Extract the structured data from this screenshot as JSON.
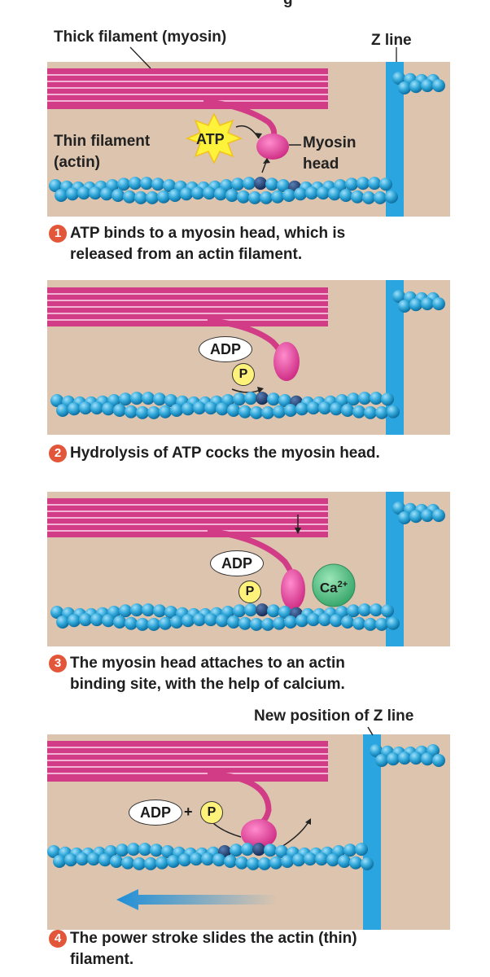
{
  "title_fragment": "g",
  "panel1": {
    "thick_label": "Thick filament (myosin)",
    "z_label": "Z line",
    "thin_label_line1": "Thin filament",
    "thin_label_line2": "(actin)",
    "atp": "ATP",
    "myosin_line1": "Myosin",
    "myosin_line2": "head",
    "step_number": "1",
    "caption_line1": "ATP binds to a myosin head, which is",
    "caption_line2": "released from an actin filament."
  },
  "panel2": {
    "adp": "ADP",
    "p": "P",
    "step_number": "2",
    "caption_line1": "Hydrolysis of ATP cocks the myosin head."
  },
  "panel3": {
    "adp": "ADP",
    "p": "P",
    "ca_base": "Ca",
    "ca_sup": "2+",
    "step_number": "3",
    "caption_line1": "The myosin head attaches to an actin",
    "caption_line2": "binding site, with the help of calcium."
  },
  "panel4": {
    "new_z_label": "New position of Z line",
    "adp": "ADP",
    "plus": "+",
    "p": "P",
    "step_number": "4",
    "caption_line1": "The power stroke slides the actin (thin)",
    "caption_line2": "filament."
  },
  "colors": {
    "background_tan": "#dcc4ae",
    "thick_filament": "#d23c87",
    "actin_bead": "#2fa6d8",
    "binding_site": "#1d3f73",
    "z_line": "#2aa5df",
    "atp_burst": "#fff23a",
    "calcium": "#5cc08a",
    "phosphate": "#fff27a",
    "step_badge": "#e2563a"
  }
}
